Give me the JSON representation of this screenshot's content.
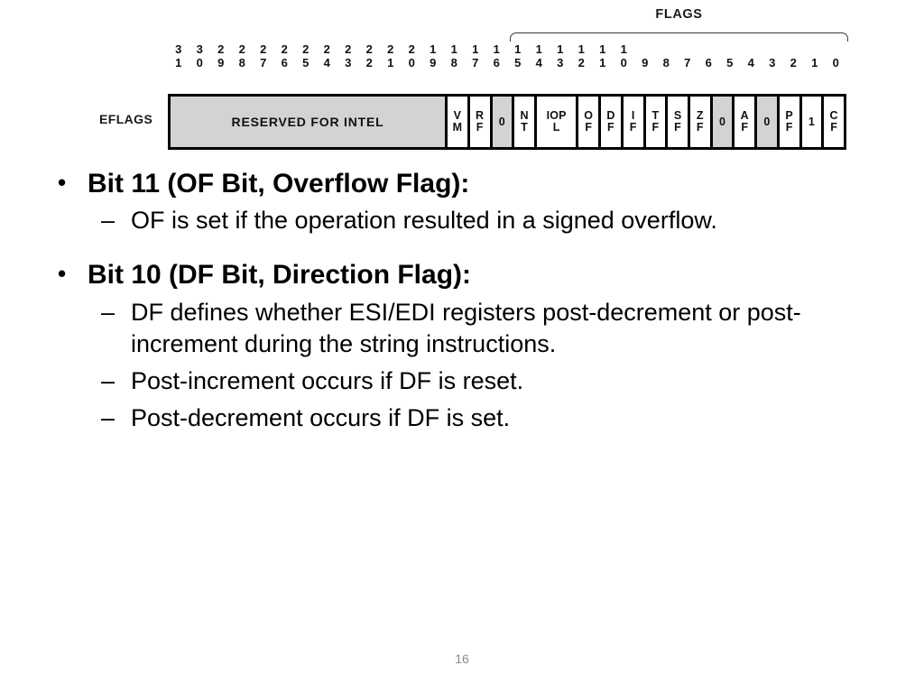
{
  "figure": {
    "register_name": "EFLAGS",
    "flags_bracket_label": "FLAGS",
    "bit_numbers_top": [
      "3",
      "3",
      "2",
      "2",
      "2",
      "2",
      "2",
      "2",
      "2",
      "2",
      "2",
      "2",
      "1",
      "1",
      "1",
      "1",
      "1",
      "1",
      "1",
      "1",
      "1",
      "1",
      "",
      "",
      "",
      "",
      "",
      "",
      "",
      "",
      "",
      ""
    ],
    "bit_numbers_bottom": [
      "1",
      "0",
      "9",
      "8",
      "7",
      "6",
      "5",
      "4",
      "3",
      "2",
      "1",
      "0",
      "9",
      "8",
      "7",
      "6",
      "5",
      "4",
      "3",
      "2",
      "1",
      "0",
      "9",
      "8",
      "7",
      "6",
      "5",
      "4",
      "3",
      "2",
      "1",
      "0"
    ],
    "cells": [
      {
        "label": "RESERVED FOR INTEL",
        "span": 14,
        "shaded": true,
        "kind": "reserved"
      },
      {
        "label": "VM",
        "span": 1,
        "shaded": false,
        "kind": "flag"
      },
      {
        "label": "RF",
        "span": 1,
        "shaded": false,
        "kind": "flag"
      },
      {
        "label": "0",
        "span": 1,
        "shaded": true,
        "kind": "fixed"
      },
      {
        "label": "NT",
        "span": 1,
        "shaded": false,
        "kind": "flag"
      },
      {
        "label": "IOPL",
        "span": 2,
        "shaded": false,
        "kind": "field"
      },
      {
        "label": "OF",
        "span": 1,
        "shaded": false,
        "kind": "flag"
      },
      {
        "label": "DF",
        "span": 1,
        "shaded": false,
        "kind": "flag"
      },
      {
        "label": "IF",
        "span": 1,
        "shaded": false,
        "kind": "flag"
      },
      {
        "label": "TF",
        "span": 1,
        "shaded": false,
        "kind": "flag"
      },
      {
        "label": "SF",
        "span": 1,
        "shaded": false,
        "kind": "flag"
      },
      {
        "label": "ZF",
        "span": 1,
        "shaded": false,
        "kind": "flag"
      },
      {
        "label": "0",
        "span": 1,
        "shaded": true,
        "kind": "fixed"
      },
      {
        "label": "AF",
        "span": 1,
        "shaded": false,
        "kind": "flag"
      },
      {
        "label": "0",
        "span": 1,
        "shaded": true,
        "kind": "fixed"
      },
      {
        "label": "PF",
        "span": 1,
        "shaded": false,
        "kind": "flag"
      },
      {
        "label": "1",
        "span": 1,
        "shaded": false,
        "kind": "fixed"
      },
      {
        "label": "CF",
        "span": 1,
        "shaded": false,
        "kind": "flag"
      }
    ]
  },
  "body": {
    "bullet_marker": "•",
    "dash_marker": "–",
    "items": [
      {
        "level": 1,
        "text": "Bit 11 (OF Bit, Overflow Flag):"
      },
      {
        "level": 2,
        "text": "OF is set if the operation resulted in a signed overflow."
      },
      {
        "level": 1,
        "text": "Bit 10 (DF Bit, Direction Flag):"
      },
      {
        "level": 2,
        "text": " DF defines whether ESI/EDI registers post-decrement or post-increment during the string instructions."
      },
      {
        "level": 2,
        "text": " Post-increment occurs if DF is reset."
      },
      {
        "level": 2,
        "text": "Post-decrement occurs if DF is set."
      }
    ]
  },
  "footer": {
    "page_number": "16"
  },
  "colors": {
    "text": "#000000",
    "shaded_cell": "#d3d3d3",
    "box_border": "#000000",
    "page_number": "#8a8a8a",
    "background": "#ffffff"
  }
}
